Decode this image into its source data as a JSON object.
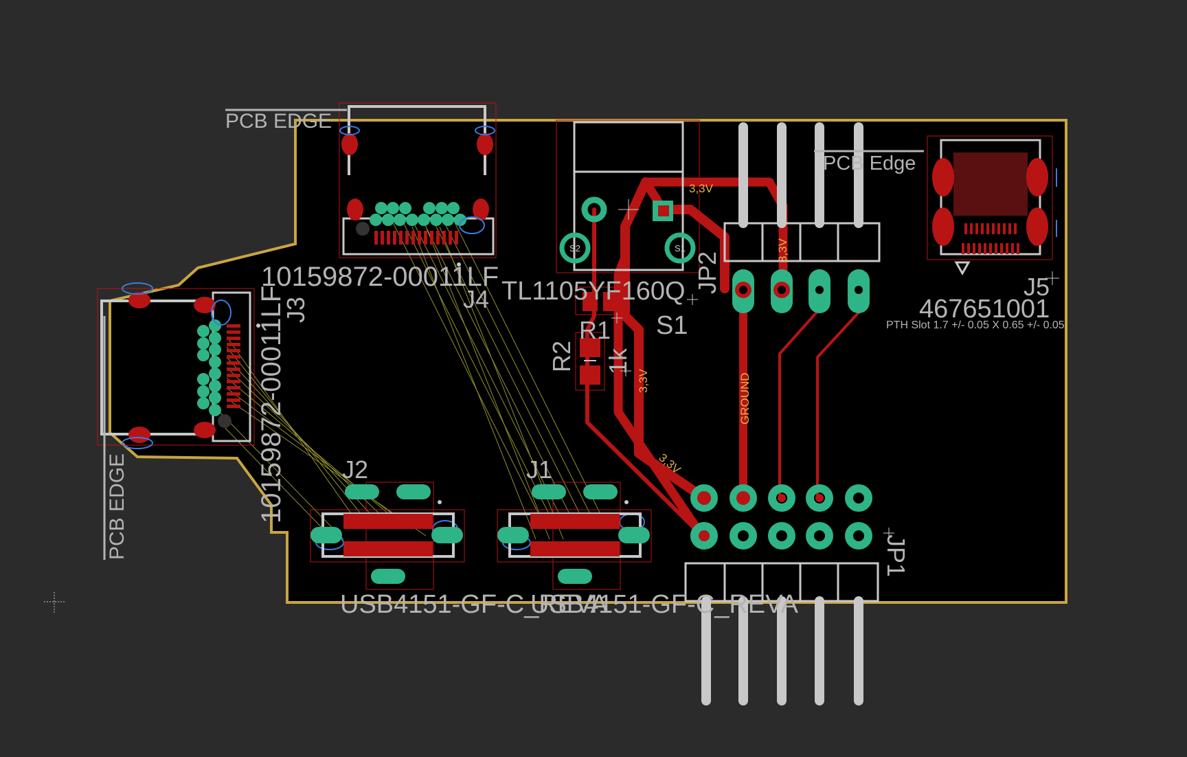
{
  "colors": {
    "background": "#2b2b2b",
    "board": "#000000",
    "board_outline": "#c8a640",
    "copper": "#b81414",
    "pad": "#2fb487",
    "silkscreen": "#c8c8c8",
    "airwire": "#b9b53a",
    "net_label": "#e0b24a",
    "keepout": "#3a7be0"
  },
  "labels": {
    "pcb_edge_top": "PCB EDGE",
    "pcb_edge_left": "PCB EDGE",
    "pcb_edge_right": "PCB Edge",
    "j4_part": "10159872-00011LF",
    "j4_ref": "J4",
    "j3_part": "10159872-00011LF",
    "j3_ref": "J3",
    "s1_part": "TL1105YF160Q",
    "s1_ref": "S1",
    "s1_pad_a": "S2",
    "s1_pad_b": "S1",
    "r1_ref": "R1",
    "r1_value": "1k",
    "r2_ref": "R2",
    "jp2_ref": "JP2",
    "jp1_ref": "JP1",
    "j5_ref": "J5",
    "j5_part": "467651001",
    "j5_note": "PTH Slot 1.7 +/- 0.05 X 0.65 +/- 0.05",
    "j2_ref": "J2",
    "j1_ref": "J1",
    "j2_part": "USB4151-GF-C_REVA",
    "j1_part": "USB4151-GF-C_REVA"
  },
  "nets": {
    "net_3v3_a": "3,3V",
    "net_3v3_b": "3,3V",
    "net_3v3_c": "3,3V",
    "net_3v3_d": "3,3V",
    "net_ground": "GROUND"
  }
}
